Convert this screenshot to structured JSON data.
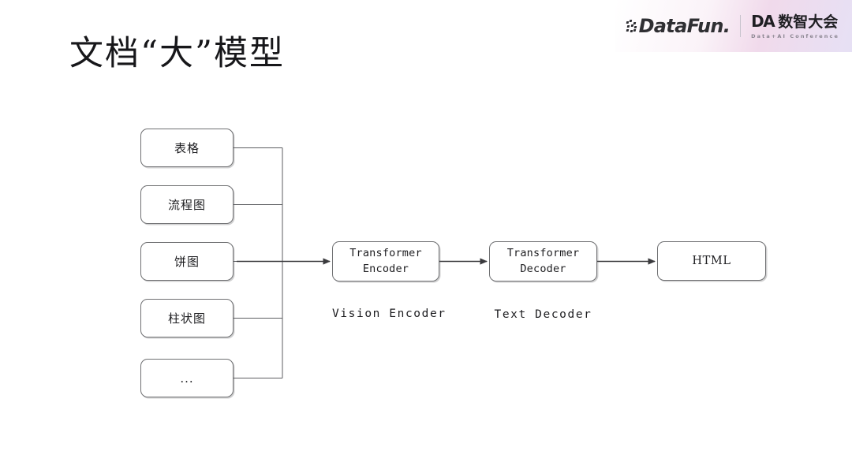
{
  "slide": {
    "title": "文档“大”模型",
    "background_color": "#ffffff",
    "ink_color": "#1d1d20",
    "stroke_color": "#6f7072"
  },
  "branding": {
    "datafun": {
      "wordmark": "DataFun.",
      "dots_icon": "pixel-dots-icon"
    },
    "divider": "|",
    "conference": {
      "mark": "DA",
      "name_cn": "数智大会",
      "subtitle": "Data+AI Conference"
    },
    "gradient_from": "#ffffff",
    "gradient_to": "#e2dbf3"
  },
  "diagram": {
    "inputs": [
      {
        "label": "表格"
      },
      {
        "label": "流程图"
      },
      {
        "label": "饼图"
      },
      {
        "label": "柱状图"
      },
      {
        "label": "..."
      }
    ],
    "stages": [
      {
        "id": "encoder",
        "line1": "Transformer",
        "line2": "Encoder",
        "caption": "Vision Encoder"
      },
      {
        "id": "decoder",
        "line1": "Transformer",
        "line2": "Decoder",
        "caption": "Text Decoder"
      }
    ],
    "output": {
      "label": "HTML"
    }
  }
}
